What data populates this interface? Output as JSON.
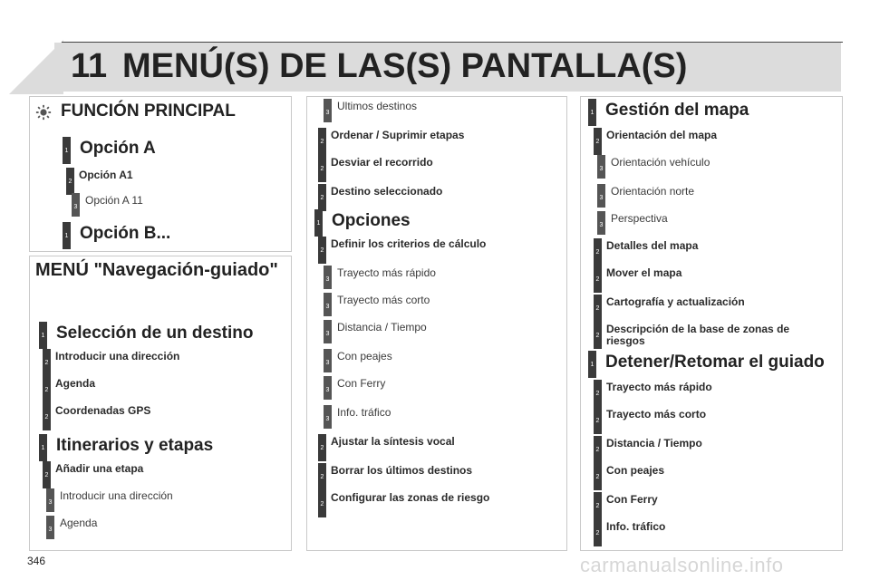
{
  "header": {
    "chapter": "11",
    "title": "MENÚ(S) DE LAS(S) PANTALLA(S)"
  },
  "col1": {
    "func_title": "FUNCIÓN PRINCIPAL",
    "func_items": [
      {
        "level": "1",
        "label": "Opción A"
      },
      {
        "level": "2",
        "label": "Opción A1"
      },
      {
        "level": "3",
        "label": "Opción A 11"
      },
      {
        "level": "1",
        "label": "Opción B..."
      }
    ],
    "nav_title": "MENÚ \"Navegación-guiado\"",
    "nav_items": [
      {
        "level": "1",
        "label": "Selección de un destino"
      },
      {
        "level": "2",
        "label": "Introducir una dirección"
      },
      {
        "level": "2",
        "label": "Agenda"
      },
      {
        "level": "2",
        "label": "Coordenadas GPS"
      },
      {
        "level": "1",
        "label": "Itinerarios y etapas"
      },
      {
        "level": "2",
        "label": "Añadir una etapa"
      },
      {
        "level": "3",
        "label": "Introducir una dirección"
      },
      {
        "level": "3",
        "label": "Agenda"
      }
    ]
  },
  "col2": {
    "items": [
      {
        "level": "3",
        "label": "Ultimos destinos"
      },
      {
        "level": "2",
        "label": "Ordenar / Suprimir etapas"
      },
      {
        "level": "2",
        "label": "Desviar el recorrido"
      },
      {
        "level": "2",
        "label": "Destino seleccionado"
      },
      {
        "level": "1",
        "label": "Opciones"
      },
      {
        "level": "2",
        "label": "Definir los criterios de cálculo"
      },
      {
        "level": "3",
        "label": "Trayecto más rápido"
      },
      {
        "level": "3",
        "label": "Trayecto más corto"
      },
      {
        "level": "3",
        "label": "Distancia / Tiempo"
      },
      {
        "level": "3",
        "label": "Con peajes"
      },
      {
        "level": "3",
        "label": "Con Ferry"
      },
      {
        "level": "3",
        "label": "Info. tráfico"
      },
      {
        "level": "2",
        "label": "Ajustar la síntesis vocal"
      },
      {
        "level": "2",
        "label": "Borrar los últimos destinos"
      },
      {
        "level": "2",
        "label": "Configurar las zonas de riesgo"
      }
    ]
  },
  "col3": {
    "items": [
      {
        "level": "1",
        "label": "Gestión del mapa"
      },
      {
        "level": "2",
        "label": "Orientación del mapa"
      },
      {
        "level": "3",
        "label": "Orientación vehículo"
      },
      {
        "level": "3",
        "label": "Orientación norte"
      },
      {
        "level": "3",
        "label": "Perspectiva"
      },
      {
        "level": "2",
        "label": "Detalles del mapa"
      },
      {
        "level": "2",
        "label": "Mover el mapa"
      },
      {
        "level": "2",
        "label": "Cartografía y actualización"
      },
      {
        "level": "2",
        "label": "Descripción de la base de zonas de riesgos"
      },
      {
        "level": "1",
        "label": "Detener/Retomar el guiado"
      },
      {
        "level": "2",
        "label": "Trayecto más rápido"
      },
      {
        "level": "2",
        "label": "Trayecto más corto"
      },
      {
        "level": "2",
        "label": "Distancia / Tiempo"
      },
      {
        "level": "2",
        "label": "Con peajes"
      },
      {
        "level": "2",
        "label": "Con Ferry"
      },
      {
        "level": "2",
        "label": "Info. tráfico"
      }
    ]
  },
  "footer": {
    "page": "346",
    "watermark": "carmanualsonline.info"
  }
}
